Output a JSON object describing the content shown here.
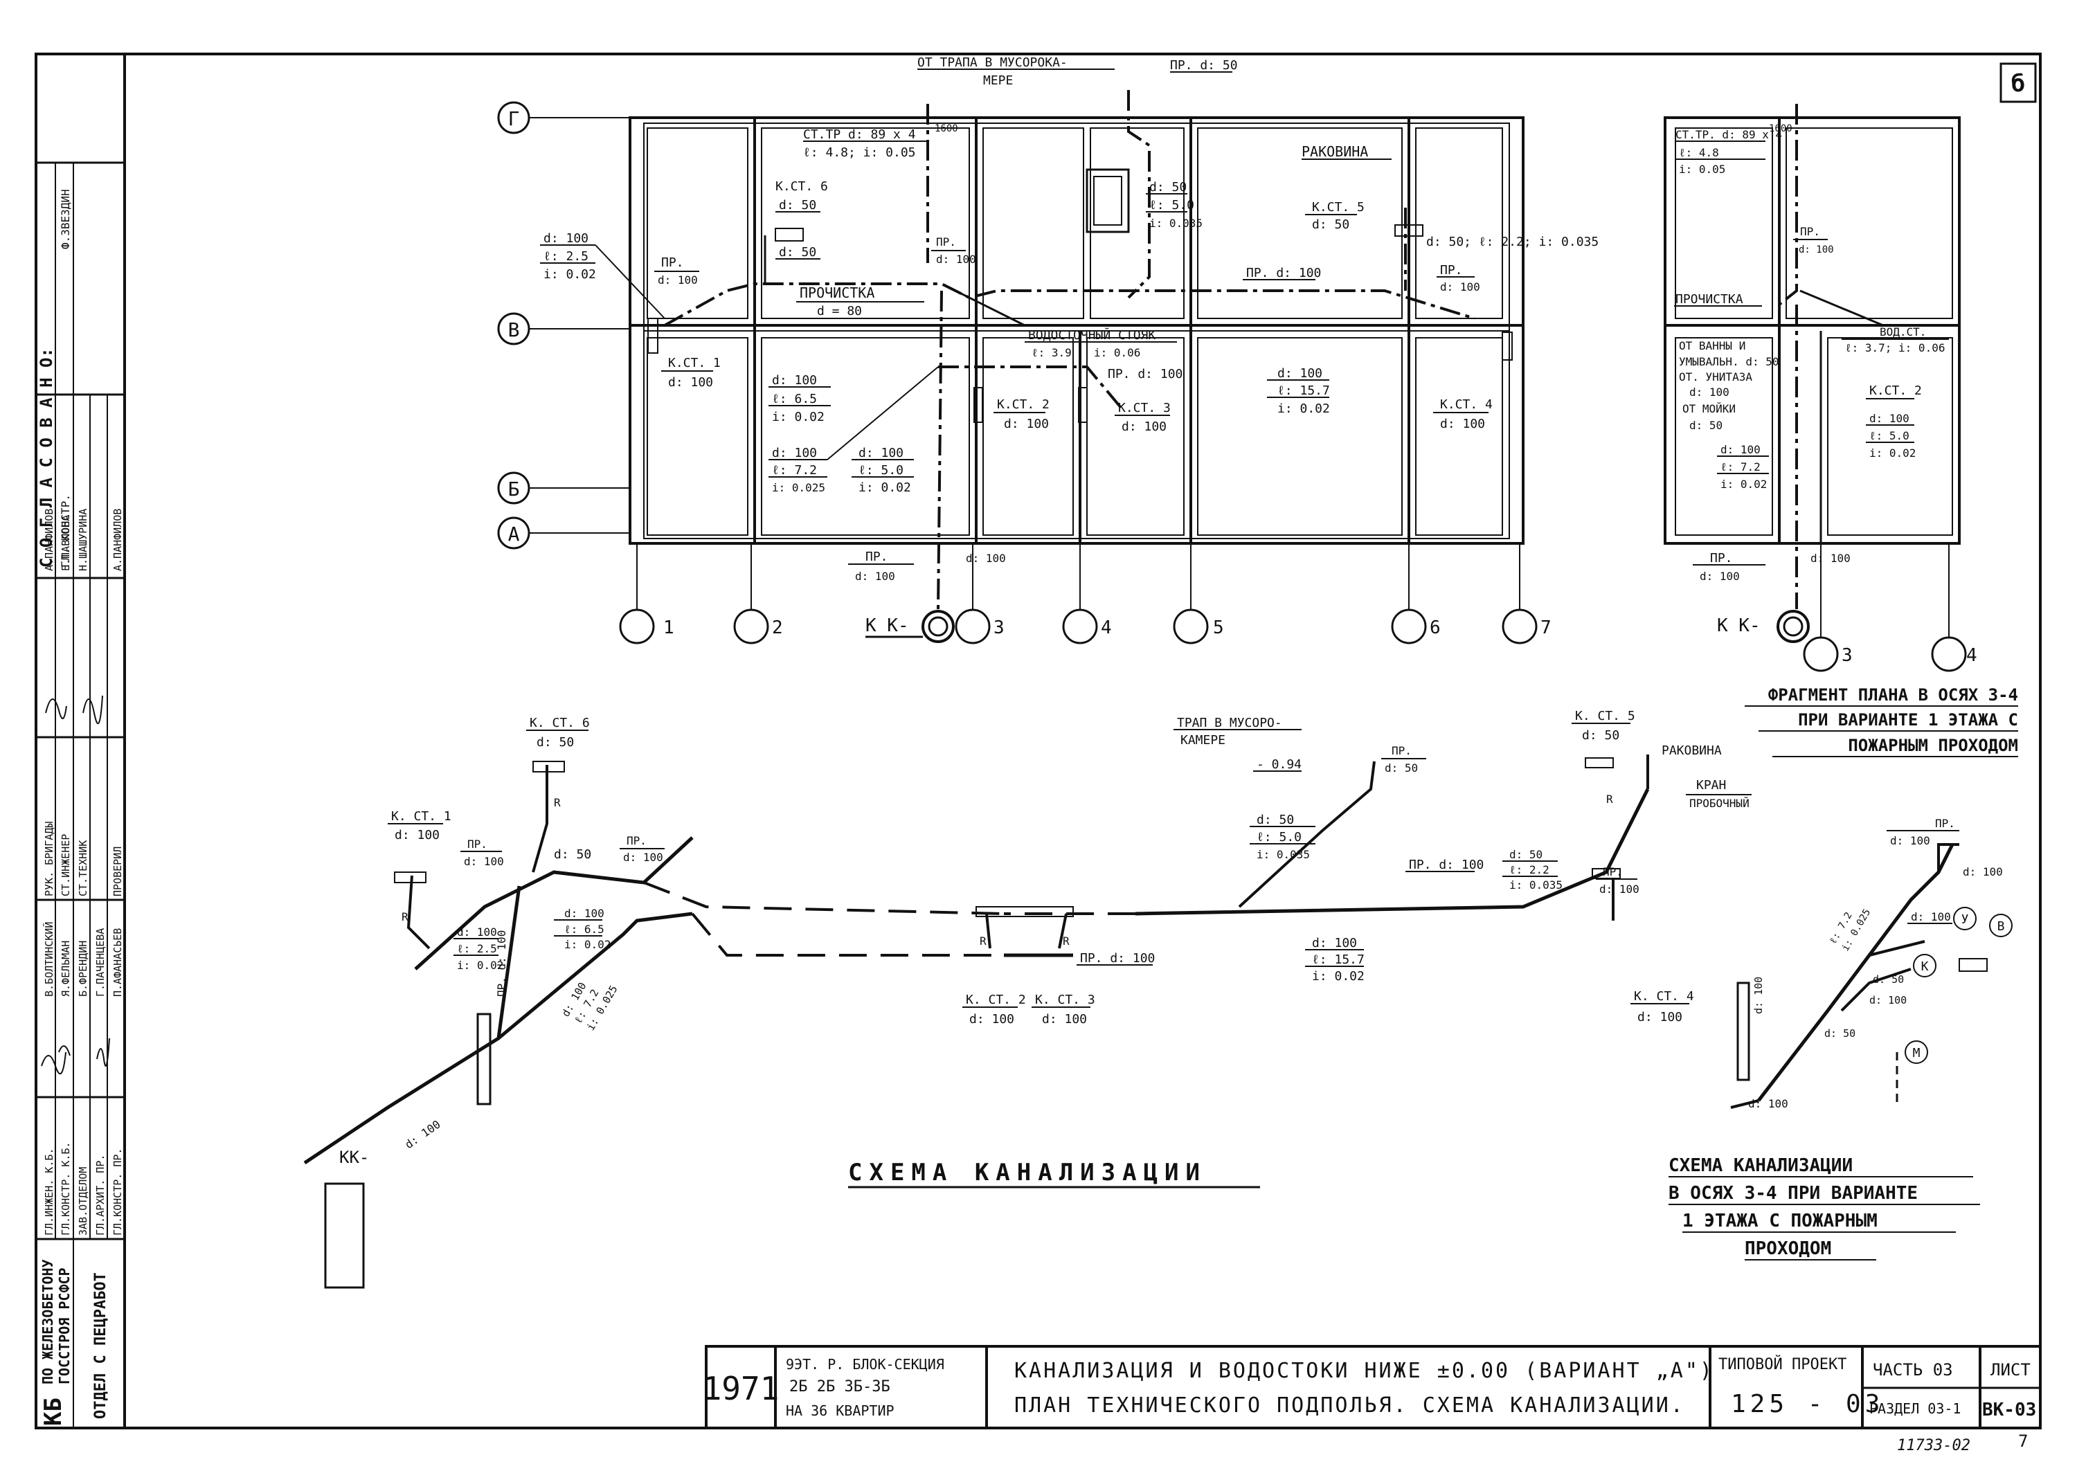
{
  "sheet_mark": "б",
  "bottom_code": "11733-02",
  "bottom_page": "7",
  "stamp": {
    "org_line1": "ПО ЖЕЛЕЗОБЕТОНУ",
    "org_line2": "ГОССТРОЯ РСФСР",
    "org_kb": "КБ",
    "dept": "ОТДЕЛ С ПЕЦРАБОТ",
    "approved": "С О Г Л А С О В А Н О:",
    "approver1_title": "ГЛ. КОНСТР.",
    "approver1_name": "Ф.ЗВЕЗДИН",
    "rows": [
      {
        "role": "ГЛ.ИНЖЕН. К.Б.",
        "name": "В.БОЛТИНСКИЙ",
        "role2": "РУК. БРИГАДЫ",
        "name2": "А.ПАНФИЛОВ"
      },
      {
        "role": "ГЛ.КОНСТР. К.Б.",
        "name": "Я.ФЕЛЬМАН",
        "role2": "СТ.ИНЖЕНЕР",
        "name2": "Е.ПАВЛОВА"
      },
      {
        "role": "ЗАВ.ОТДЕЛОМ",
        "name": "Б.ФРЕНДИН",
        "role2": "СТ.ТЕХНИК",
        "name2": "Н.ШАШУРИНА"
      },
      {
        "role": "ГЛ.АРХИТ. ПР.",
        "name": "Г.ПАЧЕНЦЕВА",
        "role2": "",
        "name2": ""
      },
      {
        "role": "ГЛ.КОНСТР. ПР.",
        "name": "П.АФАНАСЬЕВ",
        "role2": "ПРОВЕРИЛ",
        "name2": "А.ПАНФИЛОВ"
      }
    ]
  },
  "plan": {
    "axes_rows": [
      "Г",
      "В",
      "Б",
      "А"
    ],
    "axes_cols": [
      "1",
      "2",
      "3",
      "4",
      "5",
      "6",
      "7"
    ],
    "labels": {
      "from_trap": "ОТ ТРАПА В МУСОРОКА-",
      "from_trap2": "МЕРЕ",
      "pr_d50_top": "ПР. d: 50",
      "st_tr": "СТ.ТР d: 89 x 4",
      "st_tr_el": "ℓ: 4.8; i: 0.05",
      "dim1600": "1600",
      "kst6": "К.СТ. 6",
      "kst6_d": "d: 50",
      "kst6_d2": "d: 50",
      "d50_a": "d: 50",
      "l50": "ℓ: 5.0",
      "i035": "i: 0.035",
      "rakovina": "РАКОВИНА",
      "kst5": "К.СТ. 5",
      "kst5_d": "d: 50",
      "d50_chain": "d: 50; ℓ: 2.2; i: 0.035",
      "pr_d100_a": "ПР.",
      "d100_a": "d: 100",
      "d100_b": "d: 100",
      "l25": "ℓ: 2.5",
      "i002": "i: 0.02",
      "pr1": "ПР.",
      "pr1_d": "d: 100",
      "prochistka": "ПРОЧИСТКА",
      "d80": "d = 80",
      "pr2": "ПР.",
      "pr2_d": "d: 100",
      "prd100_mid": "ПР. d: 100",
      "pr3": "ПР.",
      "pr3_d": "d: 100",
      "kst1": "К.СТ. 1",
      "kst1_d": "d: 100",
      "vodost": "ВОДОСТОЧНЫЙ СТОЯК",
      "vodost_l": "ℓ: 3.9",
      "vodost_i": "i: 0.06",
      "prd100_b": "ПР. d: 100",
      "d100_c": "d: 100",
      "l65": "ℓ: 6.5",
      "i002b": "i: 0.02",
      "kst2": "К.СТ. 2",
      "kst2_d": "d: 100",
      "kst3": "К.СТ. 3",
      "kst3_d": "d: 100",
      "d100_d": "d: 100",
      "l157": "ℓ: 15.7",
      "i002c": "i: 0.02",
      "kst4": "К.СТ. 4",
      "kst4_d": "d: 100",
      "d100_e": "d: 100",
      "l72": "ℓ: 7.2",
      "i0025": "i: 0.025",
      "d100_f": "d: 100",
      "l50b": "ℓ: 5.0",
      "i002d": "i: 0.02",
      "pr_bot": "ПР.",
      "pr_bot_d": "d: 100",
      "d100_bot": "d: 100",
      "kk": "К К-"
    }
  },
  "fragment": {
    "axes_cols": [
      "3",
      "4"
    ],
    "st_tr": "СТ.ТР. d: 89 x 4",
    "dim1600": "1600",
    "el": "ℓ: 4.8",
    "i": "i: 0.05",
    "pr": "ПР.",
    "pr_d": "d: 100",
    "prochistka": "ПРОЧИСТКА",
    "from_bath1": "ОТ ВАННЫ И",
    "from_bath2": "УМЫВАЛЬН. d: 50",
    "from_wc": "ОТ. УНИТАЗА",
    "from_wc_d": "d: 100",
    "from_sink": "ОТ МОЙКИ",
    "from_sink_d": "d: 50",
    "vod_st": "ВОД.СТ.",
    "vod_st_li": "ℓ: 3.7; i: 0.06",
    "kst2": "К.СТ. 2",
    "d100": "d: 100",
    "l50": "ℓ: 5.0",
    "i002": "i: 0.02",
    "d100b": "d: 100",
    "l72": "ℓ: 7.2",
    "i002b": "i: 0.02",
    "pr_bot": "ПР.",
    "pr_bot_d": "d: 100",
    "d100_bot": "d: 100",
    "kk": "К К-",
    "title1": "ФРАГМЕНТ ПЛАНА В ОСЯХ 3-4",
    "title2": "ПРИ ВАРИАНТЕ 1 ЭТАЖА С",
    "title3": "ПОЖАРНЫМ ПРОХОДОМ"
  },
  "scheme": {
    "title": "СХЕМА КАНАЛИЗАЦИИ",
    "kst6": "К. СТ. 6",
    "kst6_d": "d: 50",
    "kst1": "К. СТ. 1",
    "kst1_d": "d: 100",
    "pr_a": "ПР.",
    "pr_a_d": "d: 100",
    "d50": "d: 50",
    "pr_b": "ПР.",
    "pr_b_d": "d: 100",
    "d100_a": "d: 100",
    "l25": "ℓ: 2.5",
    "i002": "i: 0.02",
    "d100_b": "d: 100",
    "l65": "ℓ: 6.5",
    "i002b": "i: 0.02",
    "pr_d100_v": "ПР. d: 100",
    "d100_c": "d: 100",
    "l72": "ℓ: 7.2",
    "i0025": "i: 0.025",
    "kk": "КК-",
    "d100_d": "d: 100",
    "kst2": "К. СТ. 2",
    "kst2_d": "d: 100",
    "kst3": "К. СТ. 3",
    "kst3_d": "d: 100",
    "pr_d100_mid": "ПР. d: 100",
    "trap1": "ТРАП В МУСОРО-",
    "trap2": "КАМЕРЕ",
    "minus094": "- 0.94",
    "pr_c": "ПР.",
    "pr_c_d": "d: 50",
    "d50_b": "d: 50",
    "l50": "ℓ: 5.0",
    "i035": "i: 0.035",
    "pr_d100_r": "ПР. d: 100",
    "d100_e": "d: 100",
    "l157": "ℓ: 15.7",
    "i002c": "i: 0.02",
    "kst5": "К. СТ. 5",
    "kst5_d": "d: 50",
    "rakovina": "РАКОВИНА",
    "kran": "КРАН",
    "probochny": "ПРОБОЧНЫЙ",
    "d50_c": "d: 50",
    "l22": "ℓ: 2.2",
    "i035b": "i: 0.035",
    "pr_d": "ПР.",
    "pr_d_d": "d: 100",
    "kst4": "К. СТ. 4",
    "kst4_d": "d: 100",
    "R": "R"
  },
  "scheme2": {
    "title1": "СХЕМА КАНАЛИЗАЦИИ",
    "title2": "В ОСЯХ 3-4 ПРИ ВАРИАНТЕ",
    "title3": "1 ЭТАЖА С ПОЖАРНЫМ",
    "title4": "ПРОХОДОМ",
    "pr": "ПР.",
    "pr_d": "d: 100",
    "d100_a": "d: 100",
    "d100_b": "d: 100",
    "y": "У",
    "v": "В",
    "k": "К",
    "m": "М",
    "d100_c": "d: 100",
    "l72": "ℓ: 7.2",
    "i0025": "i: 0.025",
    "d50_a": "d: 50",
    "d100_d": "d: 100",
    "d50_b": "d: 50",
    "d100_e": "d: 100"
  },
  "title_block": {
    "year": "1971",
    "series1": "9ЭТ. Р. БЛОК-СЕКЦИЯ",
    "series2": "2Б 2Б 3Б-3Б",
    "series3": "НА 36 КВАРТИР",
    "main1": "КАНАЛИЗАЦИЯ И ВОДОСТОКИ НИЖЕ ±0.00 (ВАРИАНТ „А\")",
    "main2": "ПЛАН ТЕХНИЧЕСКОГО ПОДПОЛЬЯ. СХЕМА КАНАЛИЗАЦИИ.",
    "tp_label": "ТИПОВОЙ ПРОЕКТ",
    "tp_num": "125 - 03",
    "part": "ЧАСТЬ 03",
    "section": "РАЗДЕЛ 03-1",
    "sheet_label": "ЛИСТ",
    "sheet_num": "ВК-03"
  }
}
